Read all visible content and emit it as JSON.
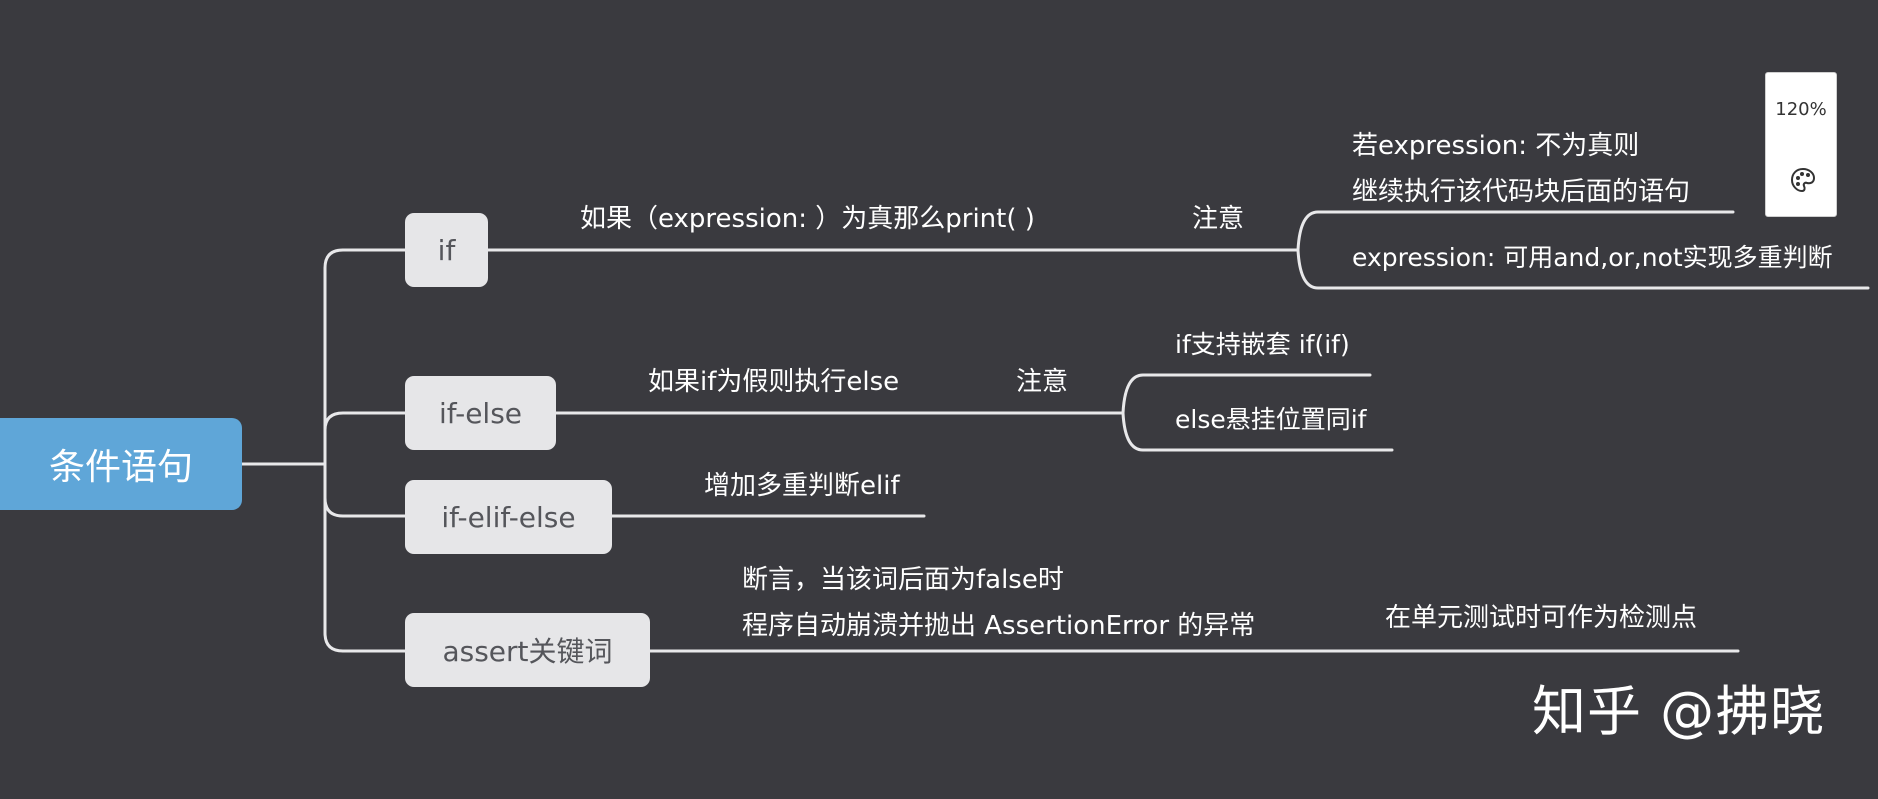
{
  "root": {
    "label": "条件语句"
  },
  "branches": {
    "if": {
      "label": "if",
      "detail": "如果（expression: ）为真那么print( )",
      "note_label": "注意",
      "notes": [
        "若expression: 不为真则\n继续执行该代码块后面的语句",
        "expression: 可用and,or,not实现多重判断"
      ]
    },
    "if_else": {
      "label": "if-else",
      "detail": "如果if为假则执行else",
      "note_label": "注意",
      "notes": [
        "if支持嵌套 if(if)",
        "else悬挂位置同if"
      ]
    },
    "if_elif_else": {
      "label": "if-elif-else",
      "detail": "增加多重判断elif"
    },
    "assert": {
      "label": "assert关键词",
      "detail": "断言，当该词后面为false时\n程序自动崩溃并抛出 AssertionError 的异常",
      "extra": "在单元测试时可作为检测点"
    }
  },
  "zoom": {
    "value": "120%",
    "icon": "palette-icon"
  },
  "watermark": "知乎 @拂晓",
  "colors": {
    "background": "#3a3a3f",
    "root_fill": "#5fa6d8",
    "node_fill": "#e6e6e8",
    "node_text": "#55565b",
    "connector": "#e8e8ea"
  }
}
